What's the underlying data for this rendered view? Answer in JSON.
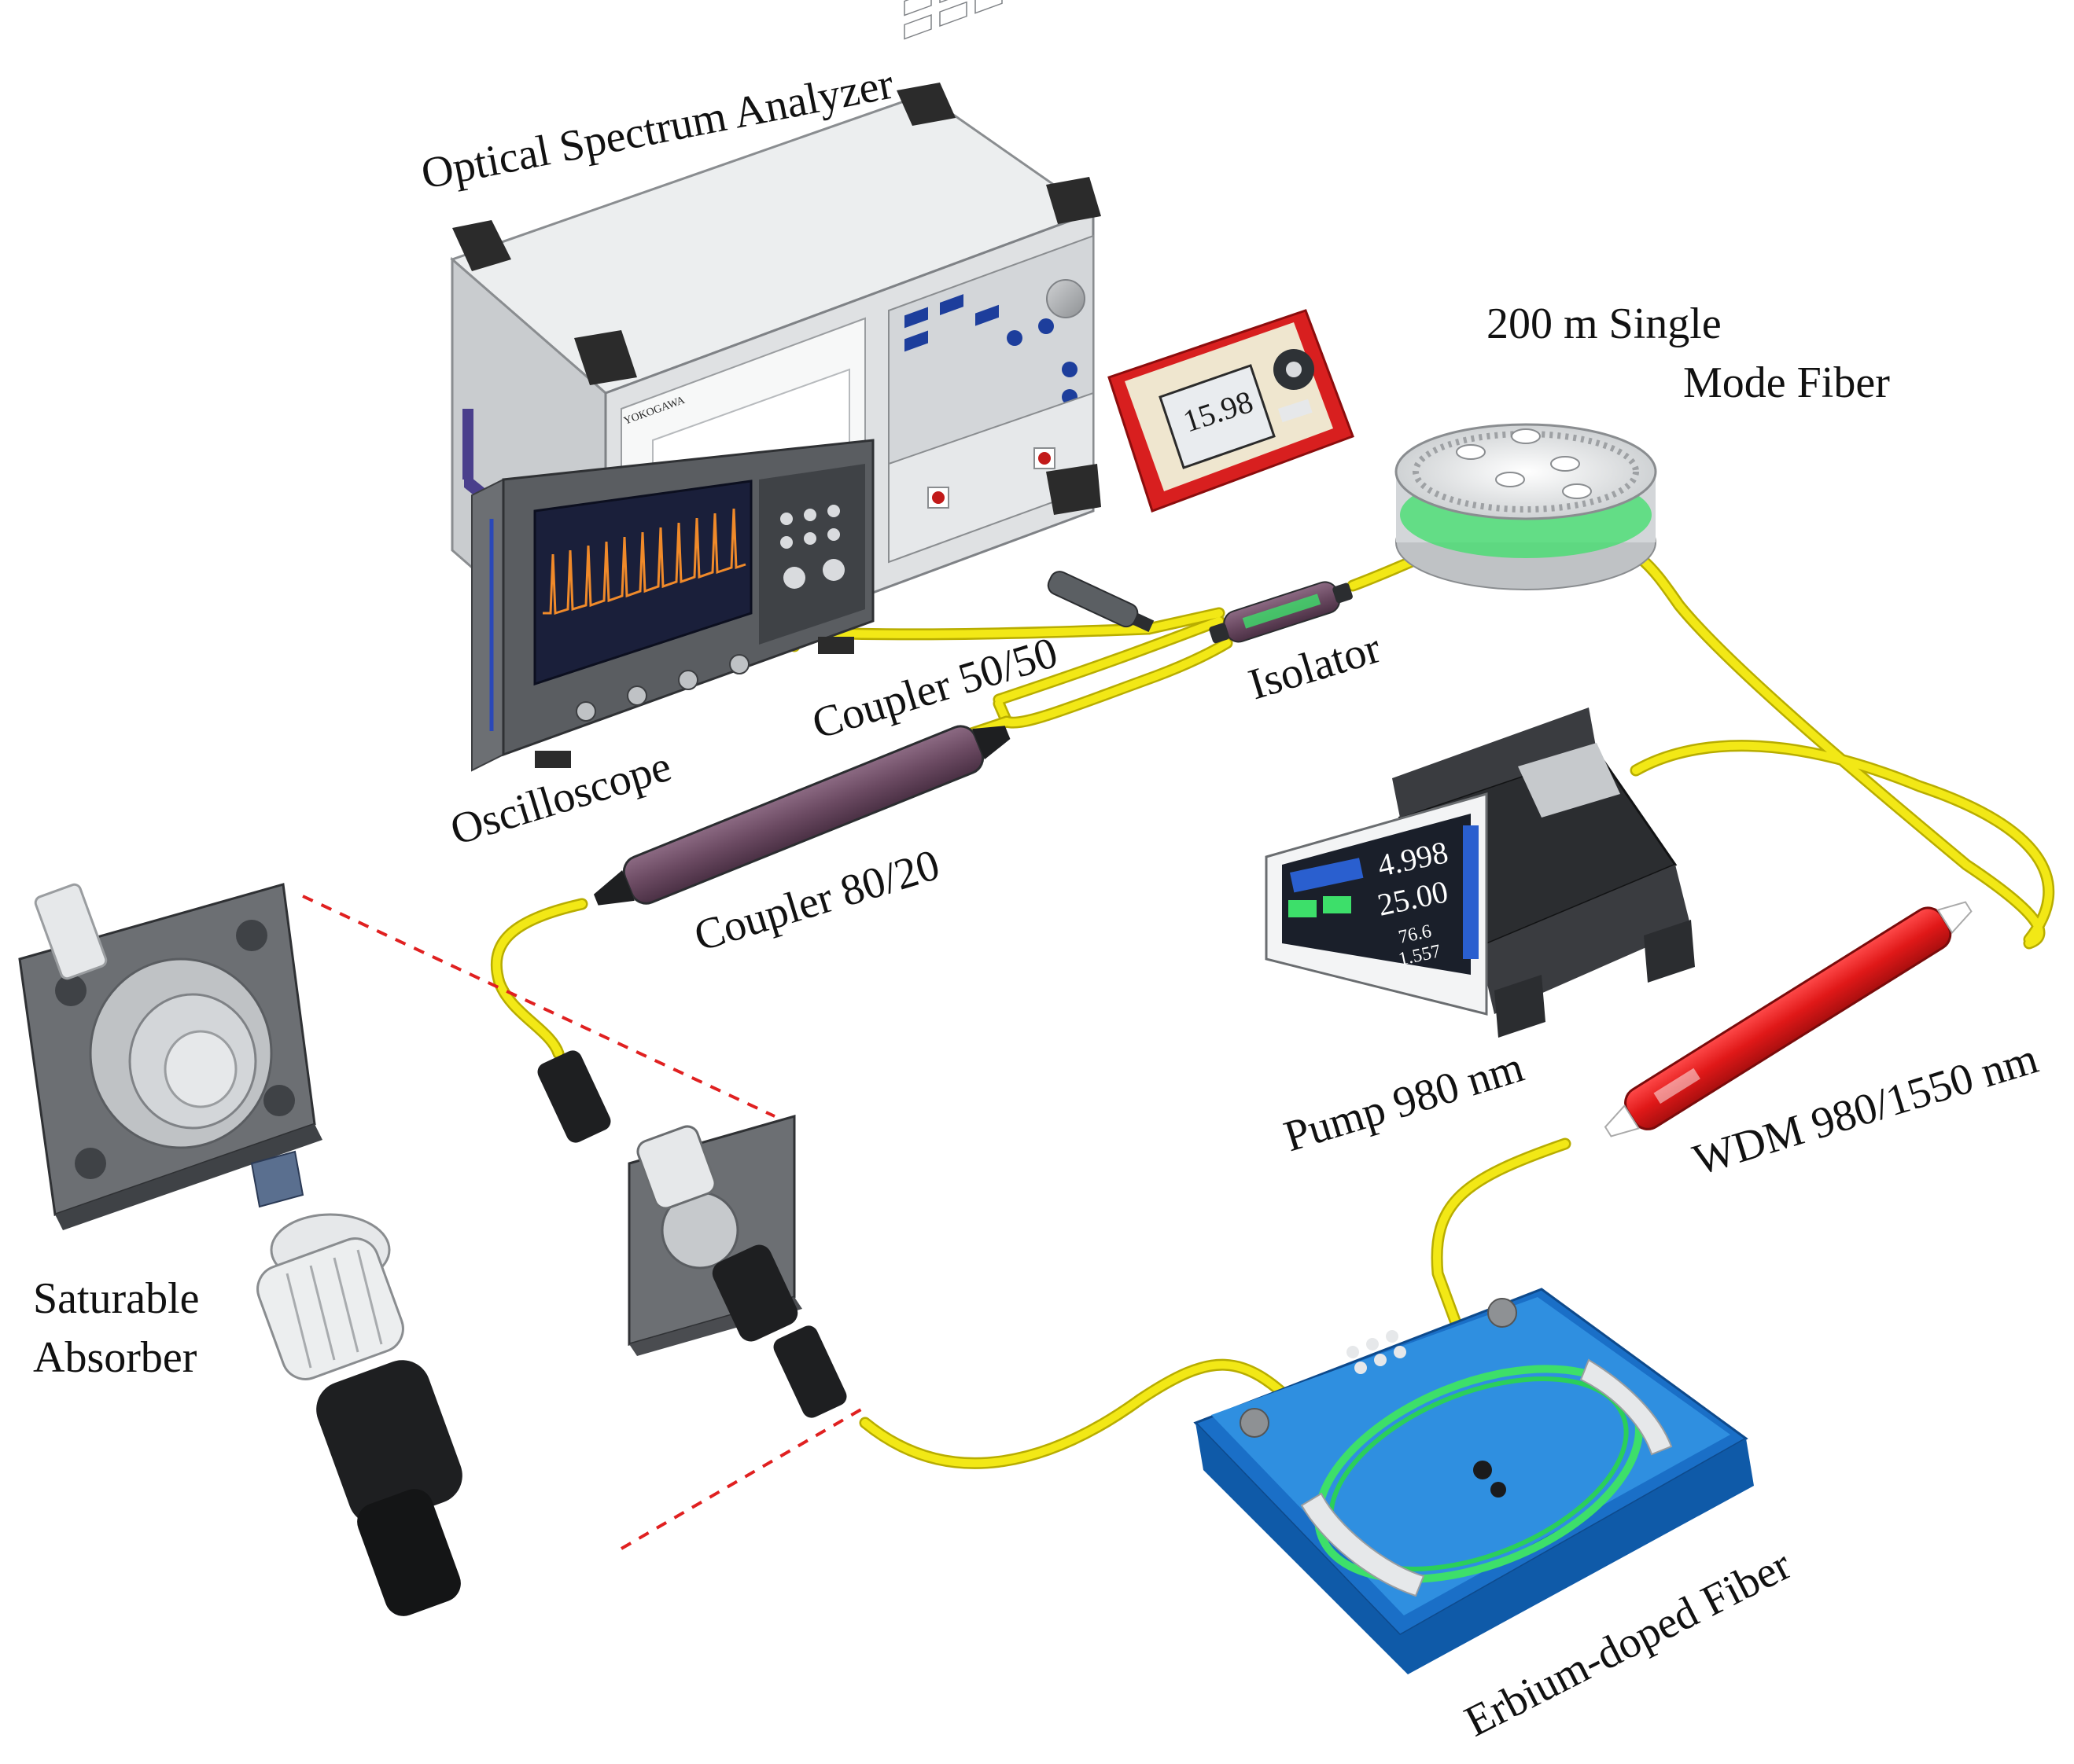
{
  "labels": {
    "osa": "Optical Spectrum Analyzer",
    "oscilloscope": "Oscilloscope",
    "coupler_50_50": "Coupler 50/50",
    "coupler_80_20": "Coupler 80/20",
    "isolator": "Isolator",
    "smf_line1": "200 m Single",
    "smf_line2": "Mode Fiber",
    "pump": "Pump 980 nm",
    "wdm": "WDM 980/1550 nm",
    "edf": "Erbium-doped Fiber",
    "sa_line1": "Saturable",
    "sa_line2": "Absorber"
  },
  "device_text": {
    "osa_brand": "YOKOGAWA",
    "power_meter_reading": "15.98",
    "pump_reading_1": "4.998",
    "pump_reading_2": "25.00",
    "pump_reading_3": "76.6",
    "pump_reading_4": "1.557"
  },
  "colors": {
    "fiber": "#f2e816",
    "fiber_edge": "#b8ad00",
    "coupler_body": "#6b4a62",
    "edf_tray": "#2f8fe0",
    "edf_coil": "#3ddf6a",
    "wdm_body": "#e01818",
    "power_meter": "#d81f1f",
    "osa_case": "#dfe1e3",
    "scope_screen": "#1a1f3a",
    "dashed_line": "#e02020"
  }
}
